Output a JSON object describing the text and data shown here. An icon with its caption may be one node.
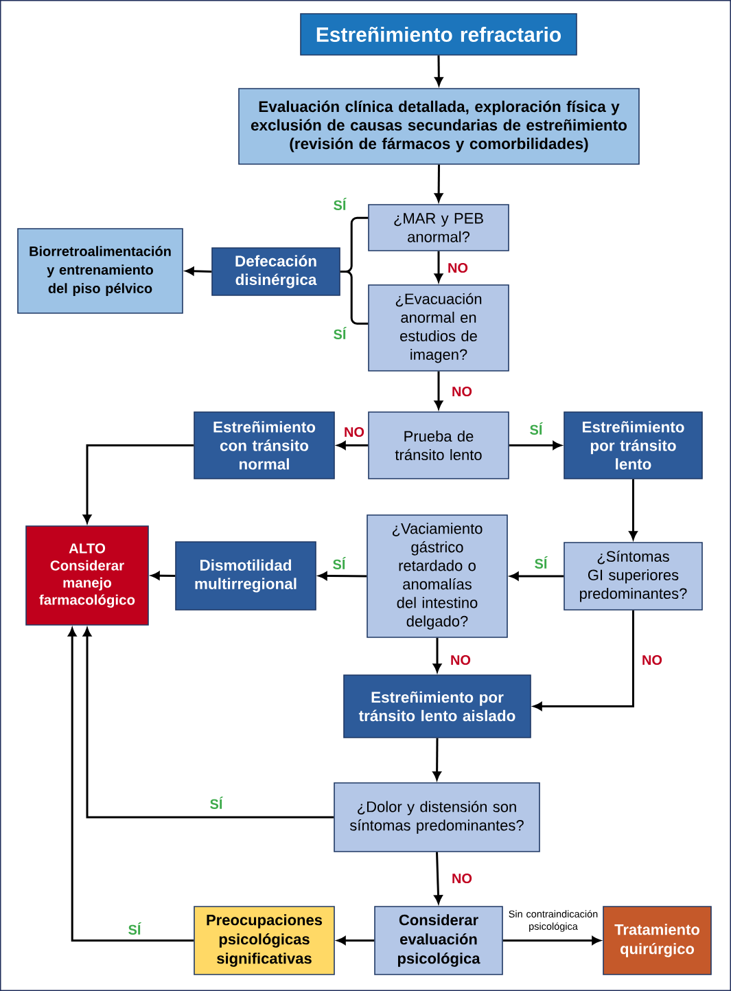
{
  "diagram": {
    "nodes": [
      {
        "text": [
          "Estreñimiento refractario"
        ]
      },
      {
        "text": [
          "Evaluación clínica detallada, exploración física y exclusión de causas secundarias de estreñimiento (revisión de fármacos y comorbilidades)"
        ]
      },
      {
        "text": [
          "¿MAR y PEB anormal?"
        ]
      },
      {
        "text": [
          "Biorretroalimentación y entrenamiento del piso pélvico"
        ]
      },
      {
        "text": [
          "Defecación disinérgica"
        ]
      },
      {
        "text": [
          "¿Evacuación anormal en estudios de imagen?"
        ]
      },
      {
        "text": [
          "Estreñimiento con tránsito normal"
        ]
      },
      {
        "text": [
          "Prueba de tránsito lento"
        ]
      },
      {
        "text": [
          "Estreñimiento por tránsito lento"
        ]
      },
      {
        "text": [
          "ALTO",
          "Considerar manejo farmacológico"
        ]
      },
      {
        "text": [
          "Dismotilidad multirregional"
        ]
      },
      {
        "text": [
          "¿Vaciamiento gástrico retardado o anomalías del intestino delgado?"
        ]
      },
      {
        "text": [
          "¿Síntomas GI superiores predominantes?"
        ]
      },
      {
        "text": [
          "Estreñimiento por tránsito lento aislado"
        ]
      },
      {
        "text": [
          "¿Dolor y distensión son síntomas predominantes?"
        ]
      },
      {
        "text": [
          "Preocupaciones psicológicas significativas"
        ]
      },
      {
        "text": [
          "Considerar evaluación psicológica"
        ]
      },
      {
        "text": [
          "Tratamiento quirúrgico"
        ]
      }
    ],
    "edges": [
      {
        "from": 0,
        "to": 1,
        "arrow": "to"
      },
      {
        "from": 1,
        "to": 2,
        "arrow": "to"
      },
      {
        "from": 2,
        "to": 4,
        "arrow": "none",
        "label": "SÍ"
      },
      {
        "from": 2,
        "to": 5,
        "arrow": "to",
        "label": "NO"
      },
      {
        "from": 5,
        "to": 4,
        "arrow": "none",
        "label": "SÍ"
      },
      {
        "from": 4,
        "to": 3,
        "arrow": "to"
      },
      {
        "from": 5,
        "to": 7,
        "arrow": "to",
        "label": "NO"
      },
      {
        "from": 7,
        "to": 6,
        "arrow": "to",
        "label": "NO"
      },
      {
        "from": 7,
        "to": 8,
        "arrow": "to",
        "label": "SÍ"
      },
      {
        "from": 6,
        "to": 9,
        "arrow": "to"
      },
      {
        "from": 8,
        "to": 12,
        "arrow": "to"
      },
      {
        "from": 12,
        "to": 11,
        "arrow": "to",
        "label": "SÍ"
      },
      {
        "from": 11,
        "to": 10,
        "arrow": "to",
        "label": "SÍ"
      },
      {
        "from": 10,
        "to": 9,
        "arrow": "to"
      },
      {
        "from": 11,
        "to": 13,
        "arrow": "to",
        "label": "NO"
      },
      {
        "from": 12,
        "to": 13,
        "arrow": "to",
        "label": "NO"
      },
      {
        "from": 13,
        "to": 14,
        "arrow": "to"
      },
      {
        "from": 14,
        "to": 9,
        "arrow": "to",
        "label": "SÍ"
      },
      {
        "from": 14,
        "to": 16,
        "arrow": "to",
        "label": "NO"
      },
      {
        "from": 16,
        "to": 15,
        "arrow": "to"
      },
      {
        "from": 15,
        "to": 9,
        "arrow": "to",
        "label": "SÍ"
      },
      {
        "from": 16,
        "to": 17,
        "arrow": "to",
        "label": "Sin contraindicación psicológica"
      }
    ]
  }
}
